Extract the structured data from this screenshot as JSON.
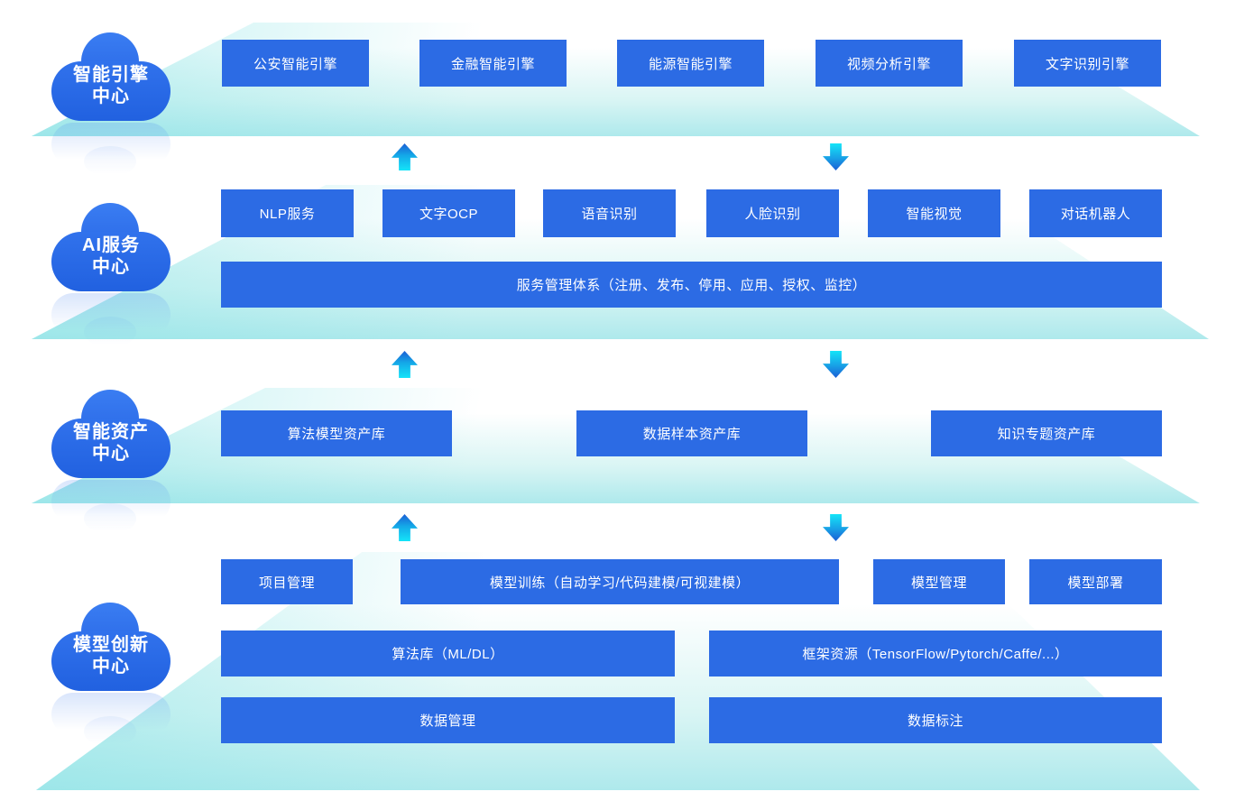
{
  "colors": {
    "box_blue": "#2c6be4",
    "cloud_blue": "#2b6ae6",
    "platform_cyan": "#aee9ec",
    "arrow_cyan": "#14e4f8",
    "arrow_blue": "#1b5ed5",
    "text_white": "#ffffff"
  },
  "layers": [
    {
      "cloud": {
        "line1": "智能引擎",
        "line2": "中心"
      },
      "boxes": [
        "公安智能引擎",
        "金融智能引擎",
        "能源智能引擎",
        "视频分析引擎",
        "文字识别引擎"
      ]
    },
    {
      "cloud": {
        "line1": "AI服务",
        "line2": "中心"
      },
      "boxes": [
        "NLP服务",
        "文字OCP",
        "语音识别",
        "人脸识别",
        "智能视觉",
        "对话机器人"
      ],
      "wide_bar": "服务管理体系（注册、发布、停用、应用、授权、监控）"
    },
    {
      "cloud": {
        "line1": "智能资产",
        "line2": "中心"
      },
      "boxes": [
        "算法模型资产库",
        "数据样本资产库",
        "知识专题资产库"
      ]
    },
    {
      "cloud": {
        "line1": "模型创新",
        "line2": "中心"
      },
      "row1": [
        "项目管理",
        "模型训练（自动学习/代码建模/可视建模）",
        "模型管理",
        "模型部署"
      ],
      "row2": [
        "算法库（ML/DL）",
        "框架资源（TensorFlow/Pytorch/Caffe/...）"
      ],
      "row3": [
        "数据管理",
        "数据标注"
      ]
    }
  ]
}
